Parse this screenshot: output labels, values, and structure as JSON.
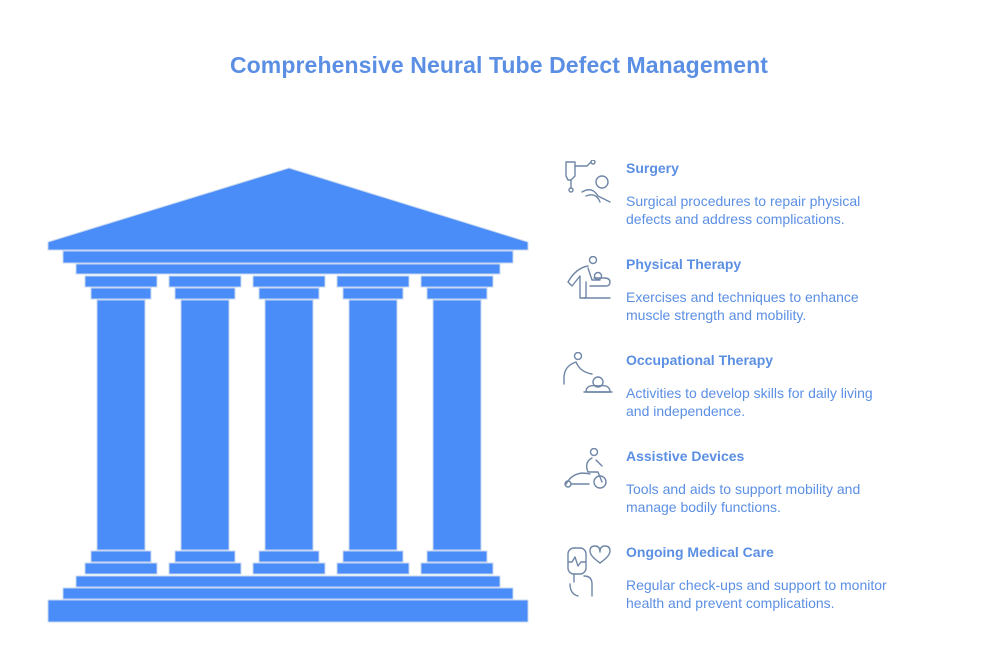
{
  "title": "Comprehensive Neural Tube Defect Management",
  "colors": {
    "accent": "#5b8fe4",
    "pillar_fill": "#4a8df8",
    "pillar_edge": "#c8d8f0",
    "icon_stroke": "#6f86a6"
  },
  "items": [
    {
      "icon": "surgery-icon",
      "heading": "Surgery",
      "description": "Surgical procedures to repair physical defects and address complications."
    },
    {
      "icon": "physical-therapy-icon",
      "heading": "Physical Therapy",
      "description": "Exercises and techniques to enhance muscle strength and mobility."
    },
    {
      "icon": "occupational-therapy-icon",
      "heading": "Occupational Therapy",
      "description": "Activities to develop skills for daily living and independence."
    },
    {
      "icon": "assistive-devices-icon",
      "heading": "Assistive Devices",
      "description": "Tools and aids to support mobility and manage bodily functions."
    },
    {
      "icon": "medical-care-icon",
      "heading": "Ongoing Medical Care",
      "description": "Regular check-ups and support to monitor health and prevent complications."
    }
  ]
}
